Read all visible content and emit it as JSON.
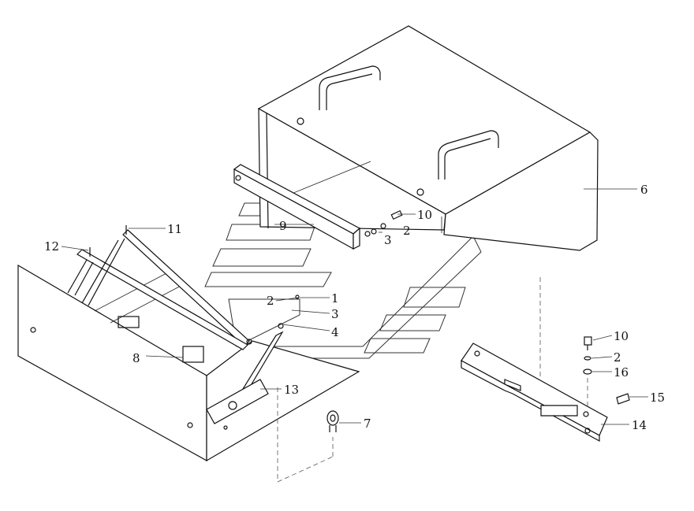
{
  "callouts": {
    "c1": "1",
    "c2a": "2",
    "c2b": "2",
    "c2c": "2",
    "c3a": "3",
    "c3b": "3",
    "c4": "4",
    "c6": "6",
    "c7": "7",
    "c8": "8",
    "c9": "9",
    "c10a": "10",
    "c10b": "10",
    "c11": "11",
    "c12": "12",
    "c13": "13",
    "c14": "14",
    "c15": "15",
    "c16": "16"
  }
}
